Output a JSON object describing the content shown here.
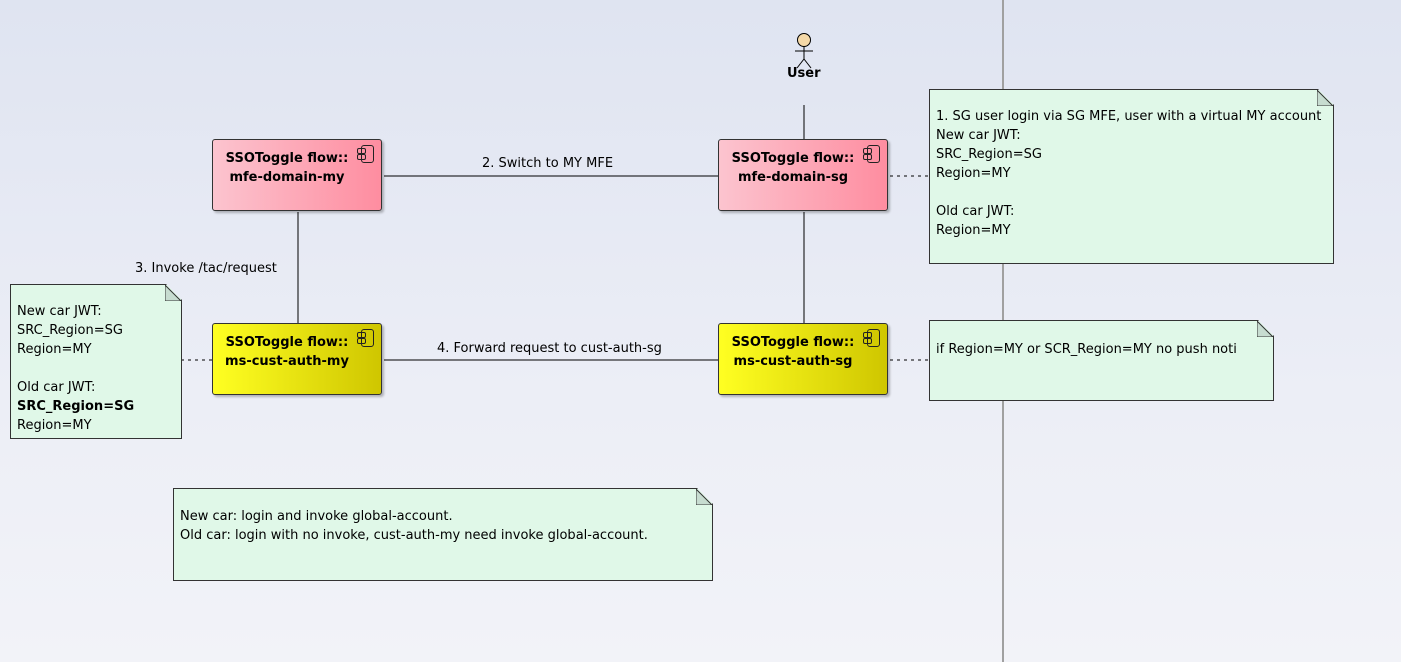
{
  "actor": {
    "label": "User"
  },
  "components": {
    "mfe_my": {
      "stereotype": "SSOToggle flow::",
      "name": "mfe-domain-my",
      "color": "#fe8da0"
    },
    "mfe_sg": {
      "stereotype": "SSOToggle flow::",
      "name": "mfe-domain-sg",
      "color": "#fe8da0"
    },
    "auth_my": {
      "stereotype": "SSOToggle flow::",
      "name": "ms-cust-auth-my",
      "color": "#e8e000"
    },
    "auth_sg": {
      "stereotype": "SSOToggle flow::",
      "name": "ms-cust-auth-sg",
      "color": "#e8e000"
    }
  },
  "connectors": {
    "c2": "2. Switch to MY MFE",
    "c3": "3. Invoke /tac/request",
    "c4": "4. Forward request to cust-auth-sg"
  },
  "notes": {
    "n1": [
      "1. SG user login via SG MFE, user with a virtual MY account",
      "New car JWT:",
      "SRC_Region=SG",
      "Region=MY",
      "",
      "Old car JWT:",
      "Region=MY"
    ],
    "n2": [
      "if Region=MY or SCR_Region=MY no push noti"
    ],
    "n3": [
      "New car JWT:",
      "SRC_Region=SG",
      "Region=MY",
      "",
      "Old car JWT:",
      "SRC_Region=SG",
      "Region=MY"
    ],
    "n4": [
      "New car: login and invoke global-account.",
      "Old car: login with no invoke, cust-auth-my need invoke global-account."
    ]
  }
}
